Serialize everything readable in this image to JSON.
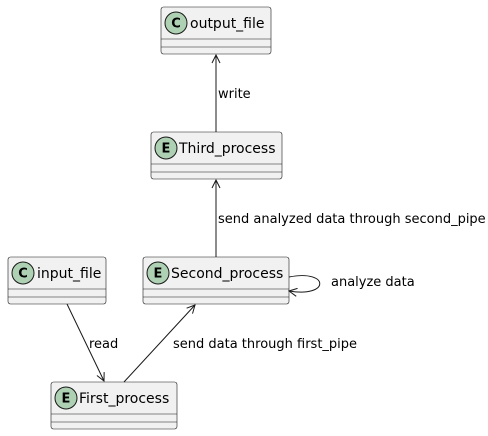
{
  "classes": {
    "output_file": {
      "stereotype": "C",
      "name": "output_file"
    },
    "third_process": {
      "stereotype": "E",
      "name": "Third_process"
    },
    "second_process": {
      "stereotype": "E",
      "name": "Second_process"
    },
    "input_file": {
      "stereotype": "C",
      "name": "input_file"
    },
    "first_process": {
      "stereotype": "E",
      "name": "First_process"
    }
  },
  "relations": {
    "write": "write",
    "send_second_pipe": "send analyzed data through second_pipe",
    "analyze": "analyze data",
    "read": "read",
    "send_first_pipe": "send data through first_pipe"
  },
  "colors": {
    "box_fill": "#f1f1f1",
    "border": "#181818",
    "stereotype_circle": "#add1b2"
  }
}
